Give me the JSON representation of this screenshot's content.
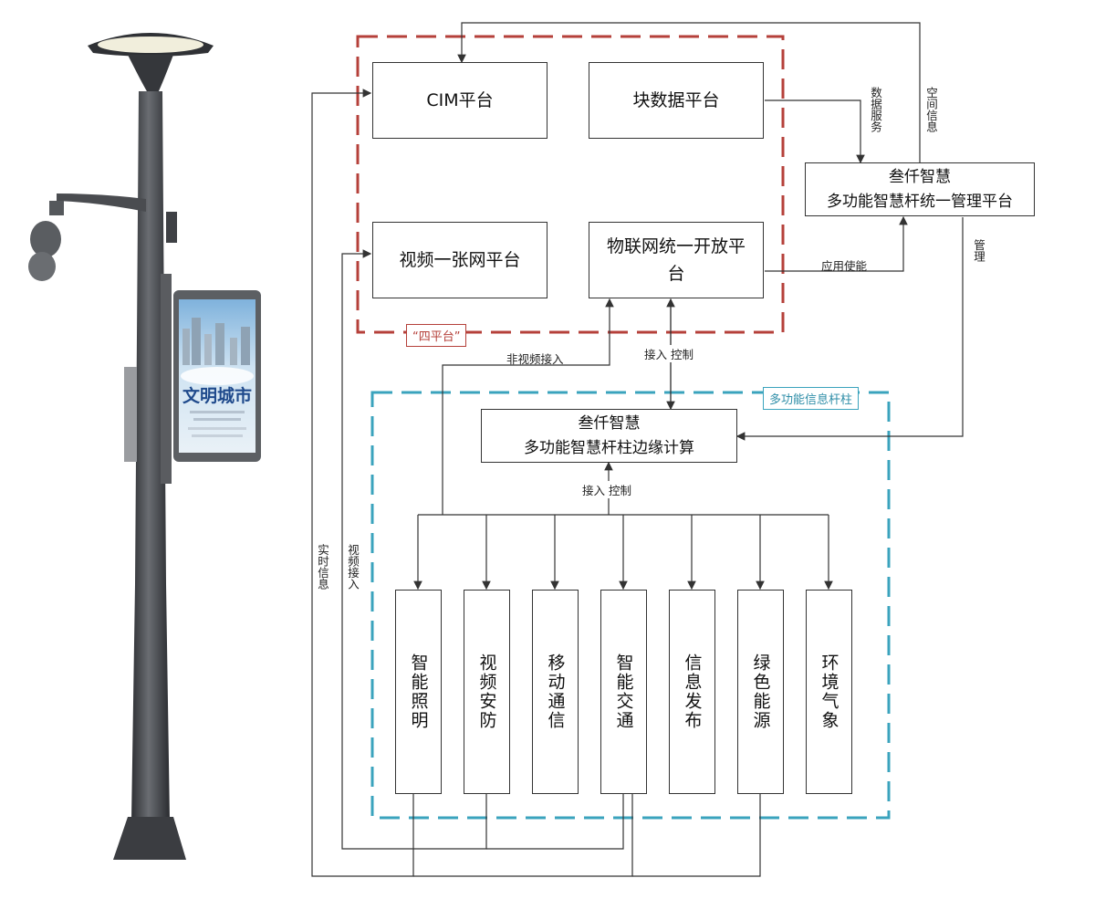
{
  "platforms": {
    "cim": "CIM平台",
    "block_data": "块数据平台",
    "video_network": "视频一张网平台",
    "iot": "物联网统一开放平台",
    "group_tag": "“四平台”"
  },
  "management": {
    "line1": "叁仟智慧",
    "line2": "多功能智慧杆统一管理平台"
  },
  "edge": {
    "line1": "叁仟智慧",
    "line2": "多功能智慧杆柱边缘计算",
    "group_tag": "多功能信息杆柱"
  },
  "modules": [
    "智能照明",
    "视频安防",
    "移动通信",
    "智能交通",
    "信息发布",
    "绿色能源",
    "环境气象"
  ],
  "labels": {
    "data_service": "数据服务",
    "space_info": "空间信息",
    "app_enable": "应用使能",
    "manage": "管理",
    "non_video_access": "非视频接入",
    "access_control_top": "接入 控制",
    "access_control_bottom": "接入 控制",
    "realtime_info": "实时信息",
    "video_access": "视频接入"
  },
  "poster": {
    "title": "文明城市"
  },
  "colors": {
    "red_dash": "#b5403a",
    "blue_dash": "#3aa3bd",
    "line": "#333333",
    "pole": "#4a4c50"
  }
}
